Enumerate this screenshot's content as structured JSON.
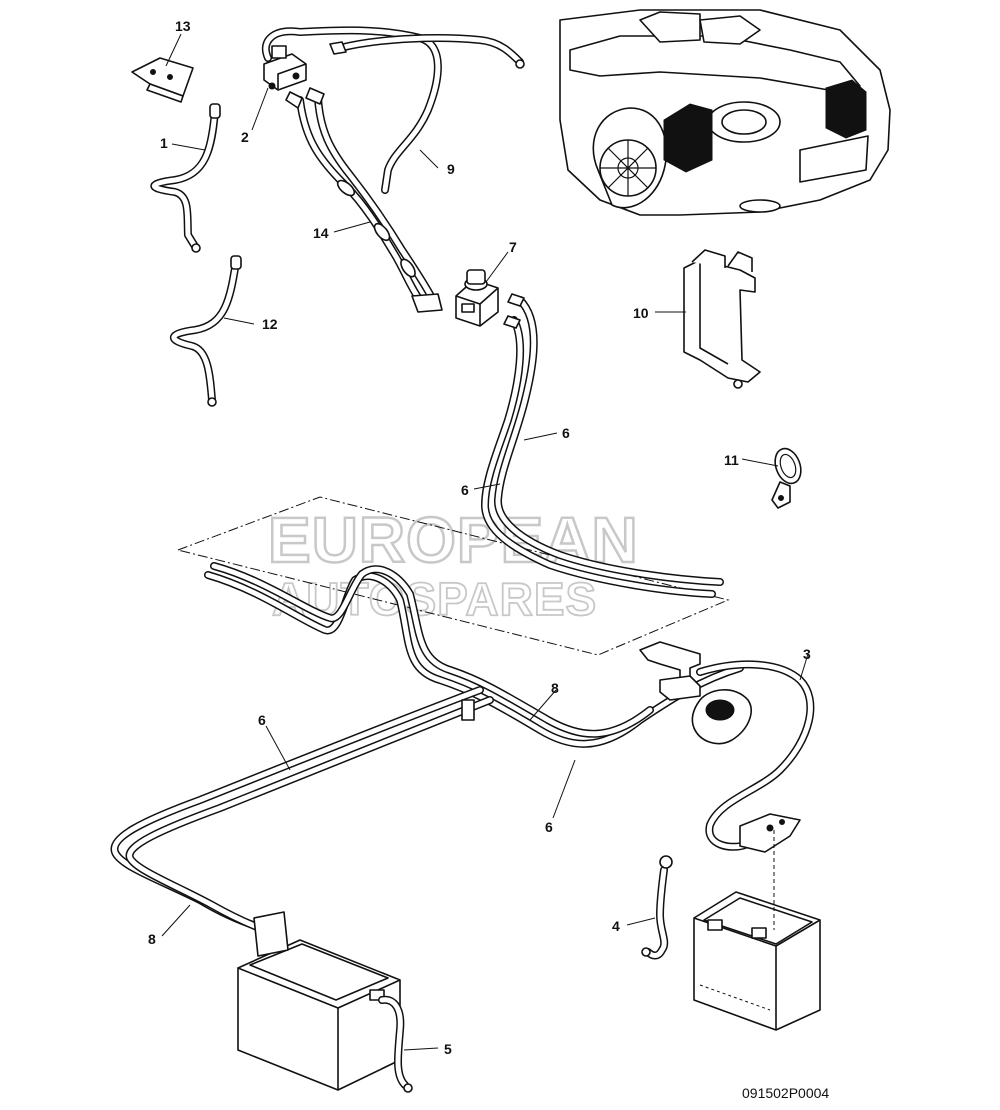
{
  "diagram": {
    "reference_code": "091502P0004",
    "watermark": {
      "line1": "EUROPEAN",
      "line2": "AUTOSPARES"
    },
    "callouts": {
      "c1": "1",
      "c2": "2",
      "c3": "3",
      "c4": "4",
      "c5": "5",
      "c6a": "6",
      "c6b": "6",
      "c6c": "6",
      "c6d": "6",
      "c7": "7",
      "c8a": "8",
      "c8b": "8",
      "c9": "9",
      "c10": "10",
      "c11": "11",
      "c12": "12",
      "c13": "13",
      "c14": "14"
    }
  }
}
